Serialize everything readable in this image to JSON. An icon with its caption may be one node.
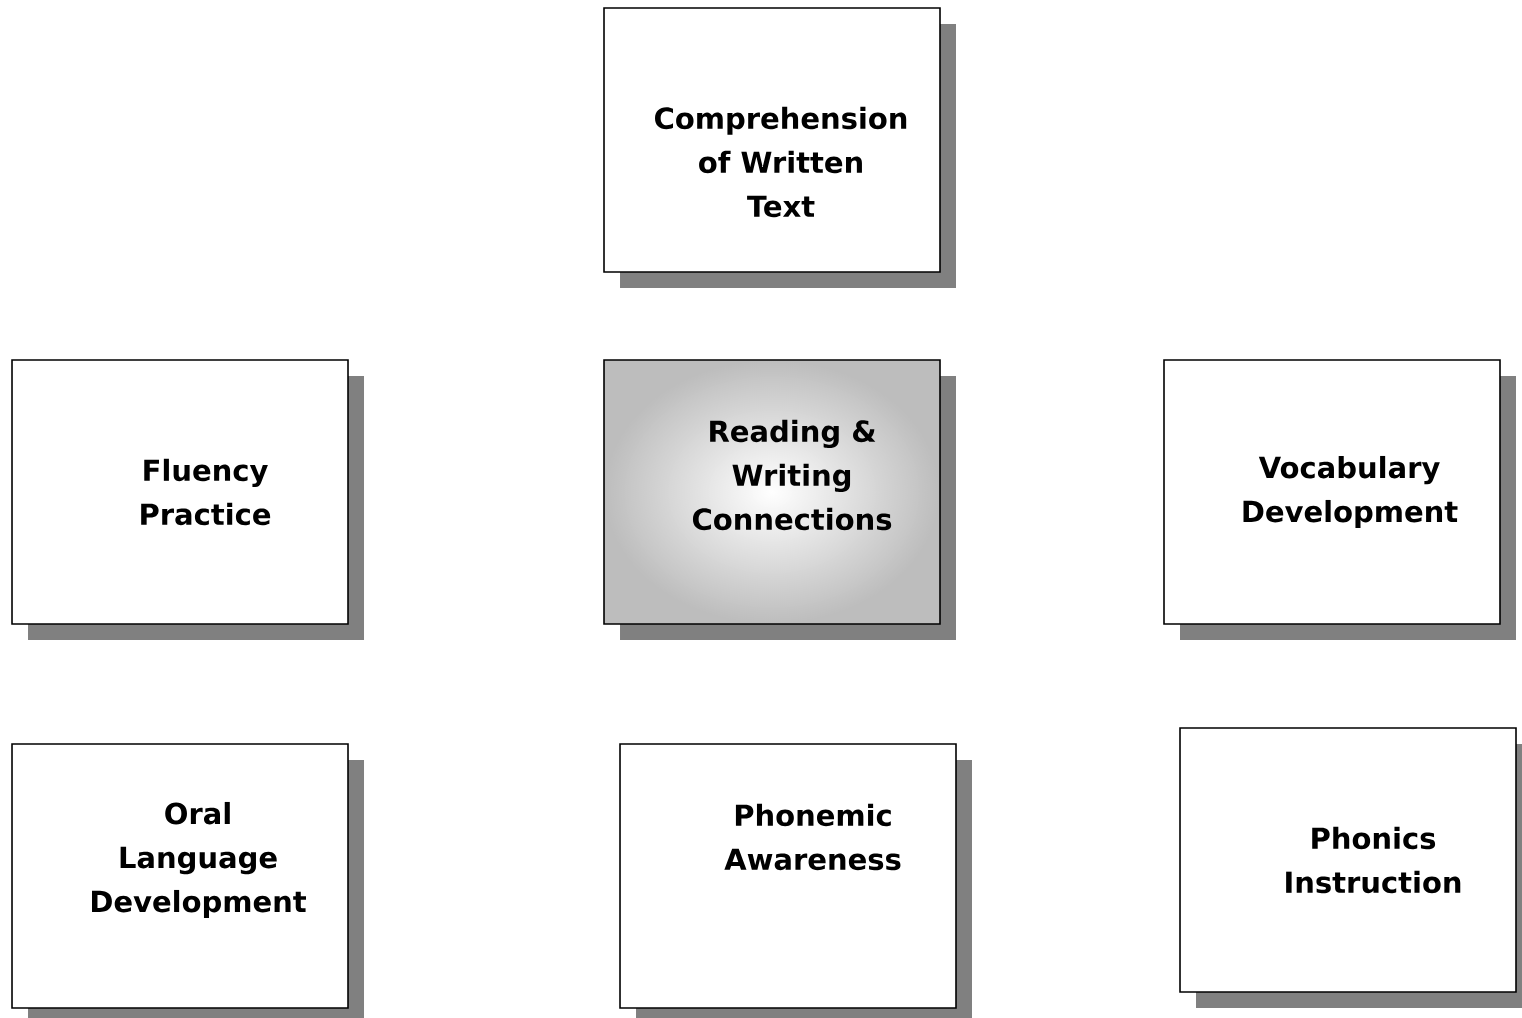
{
  "diagram": {
    "nodes": [
      {
        "text": [
          "Comprehension of Written Text"
        ]
      },
      {
        "text": [
          "Fluency Practice"
        ]
      },
      {
        "text": [
          "Reading & Writing Connections"
        ]
      },
      {
        "text": [
          "Vocabulary Development"
        ]
      },
      {
        "text": [
          "Oral Language Development"
        ]
      },
      {
        "text": [
          "Phonemic Awareness"
        ]
      },
      {
        "text": [
          "Phonics Instruction"
        ]
      }
    ]
  }
}
